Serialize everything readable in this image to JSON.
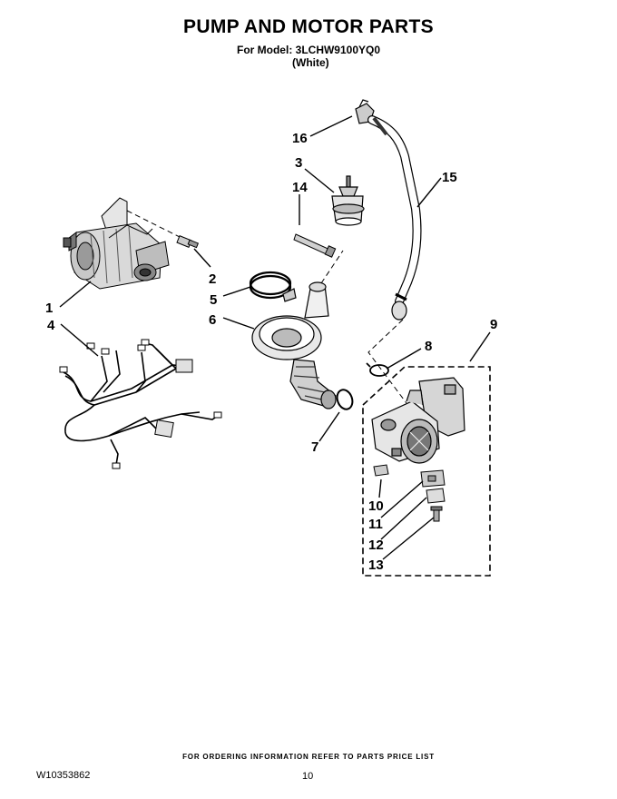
{
  "header": {
    "title": "PUMP AND MOTOR PARTS",
    "model_line": "For Model: 3LCHW9100YQ0",
    "color_line": "(White)"
  },
  "callouts": [
    "1",
    "2",
    "3",
    "4",
    "5",
    "6",
    "7",
    "8",
    "9",
    "10",
    "11",
    "12",
    "13",
    "14",
    "15",
    "16"
  ],
  "footer": {
    "ordering_note": "FOR ORDERING INFORMATION REFER TO PARTS PRICE LIST",
    "document_number": "W10353862",
    "page_number": "10"
  }
}
